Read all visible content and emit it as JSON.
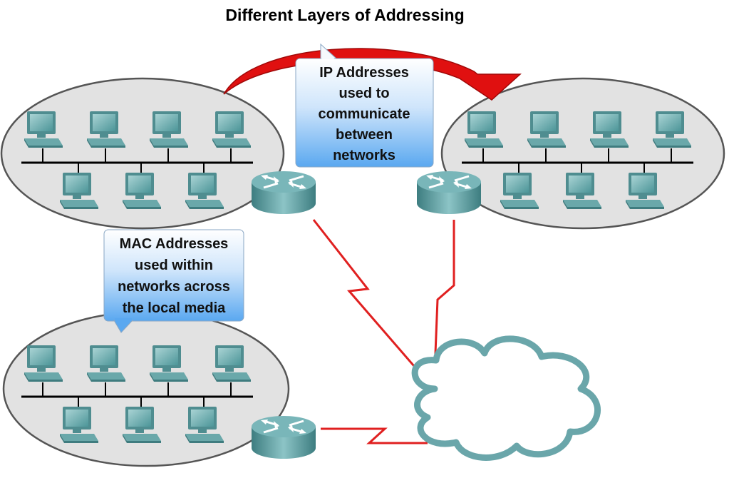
{
  "title": "Different Layers of Addressing",
  "callouts": {
    "ip": [
      "IP Addresses",
      "used to",
      "communicate",
      "between",
      "networks"
    ],
    "mac": [
      "MAC Addresses",
      "used within",
      "networks across",
      "the local media"
    ]
  },
  "colors": {
    "arrow": "#e01010",
    "wan_link": "#e02020",
    "ellipse_fill": "#e2e2e2",
    "ellipse_stroke": "#555555",
    "device": "#5f9ea0",
    "callout_top": "#ffffff",
    "callout_bottom": "#5aa8f0",
    "cloud_stroke": "#6aa6aa"
  },
  "icons": [
    "router-icon",
    "computer-icon",
    "cloud-icon",
    "arrow-icon"
  ]
}
